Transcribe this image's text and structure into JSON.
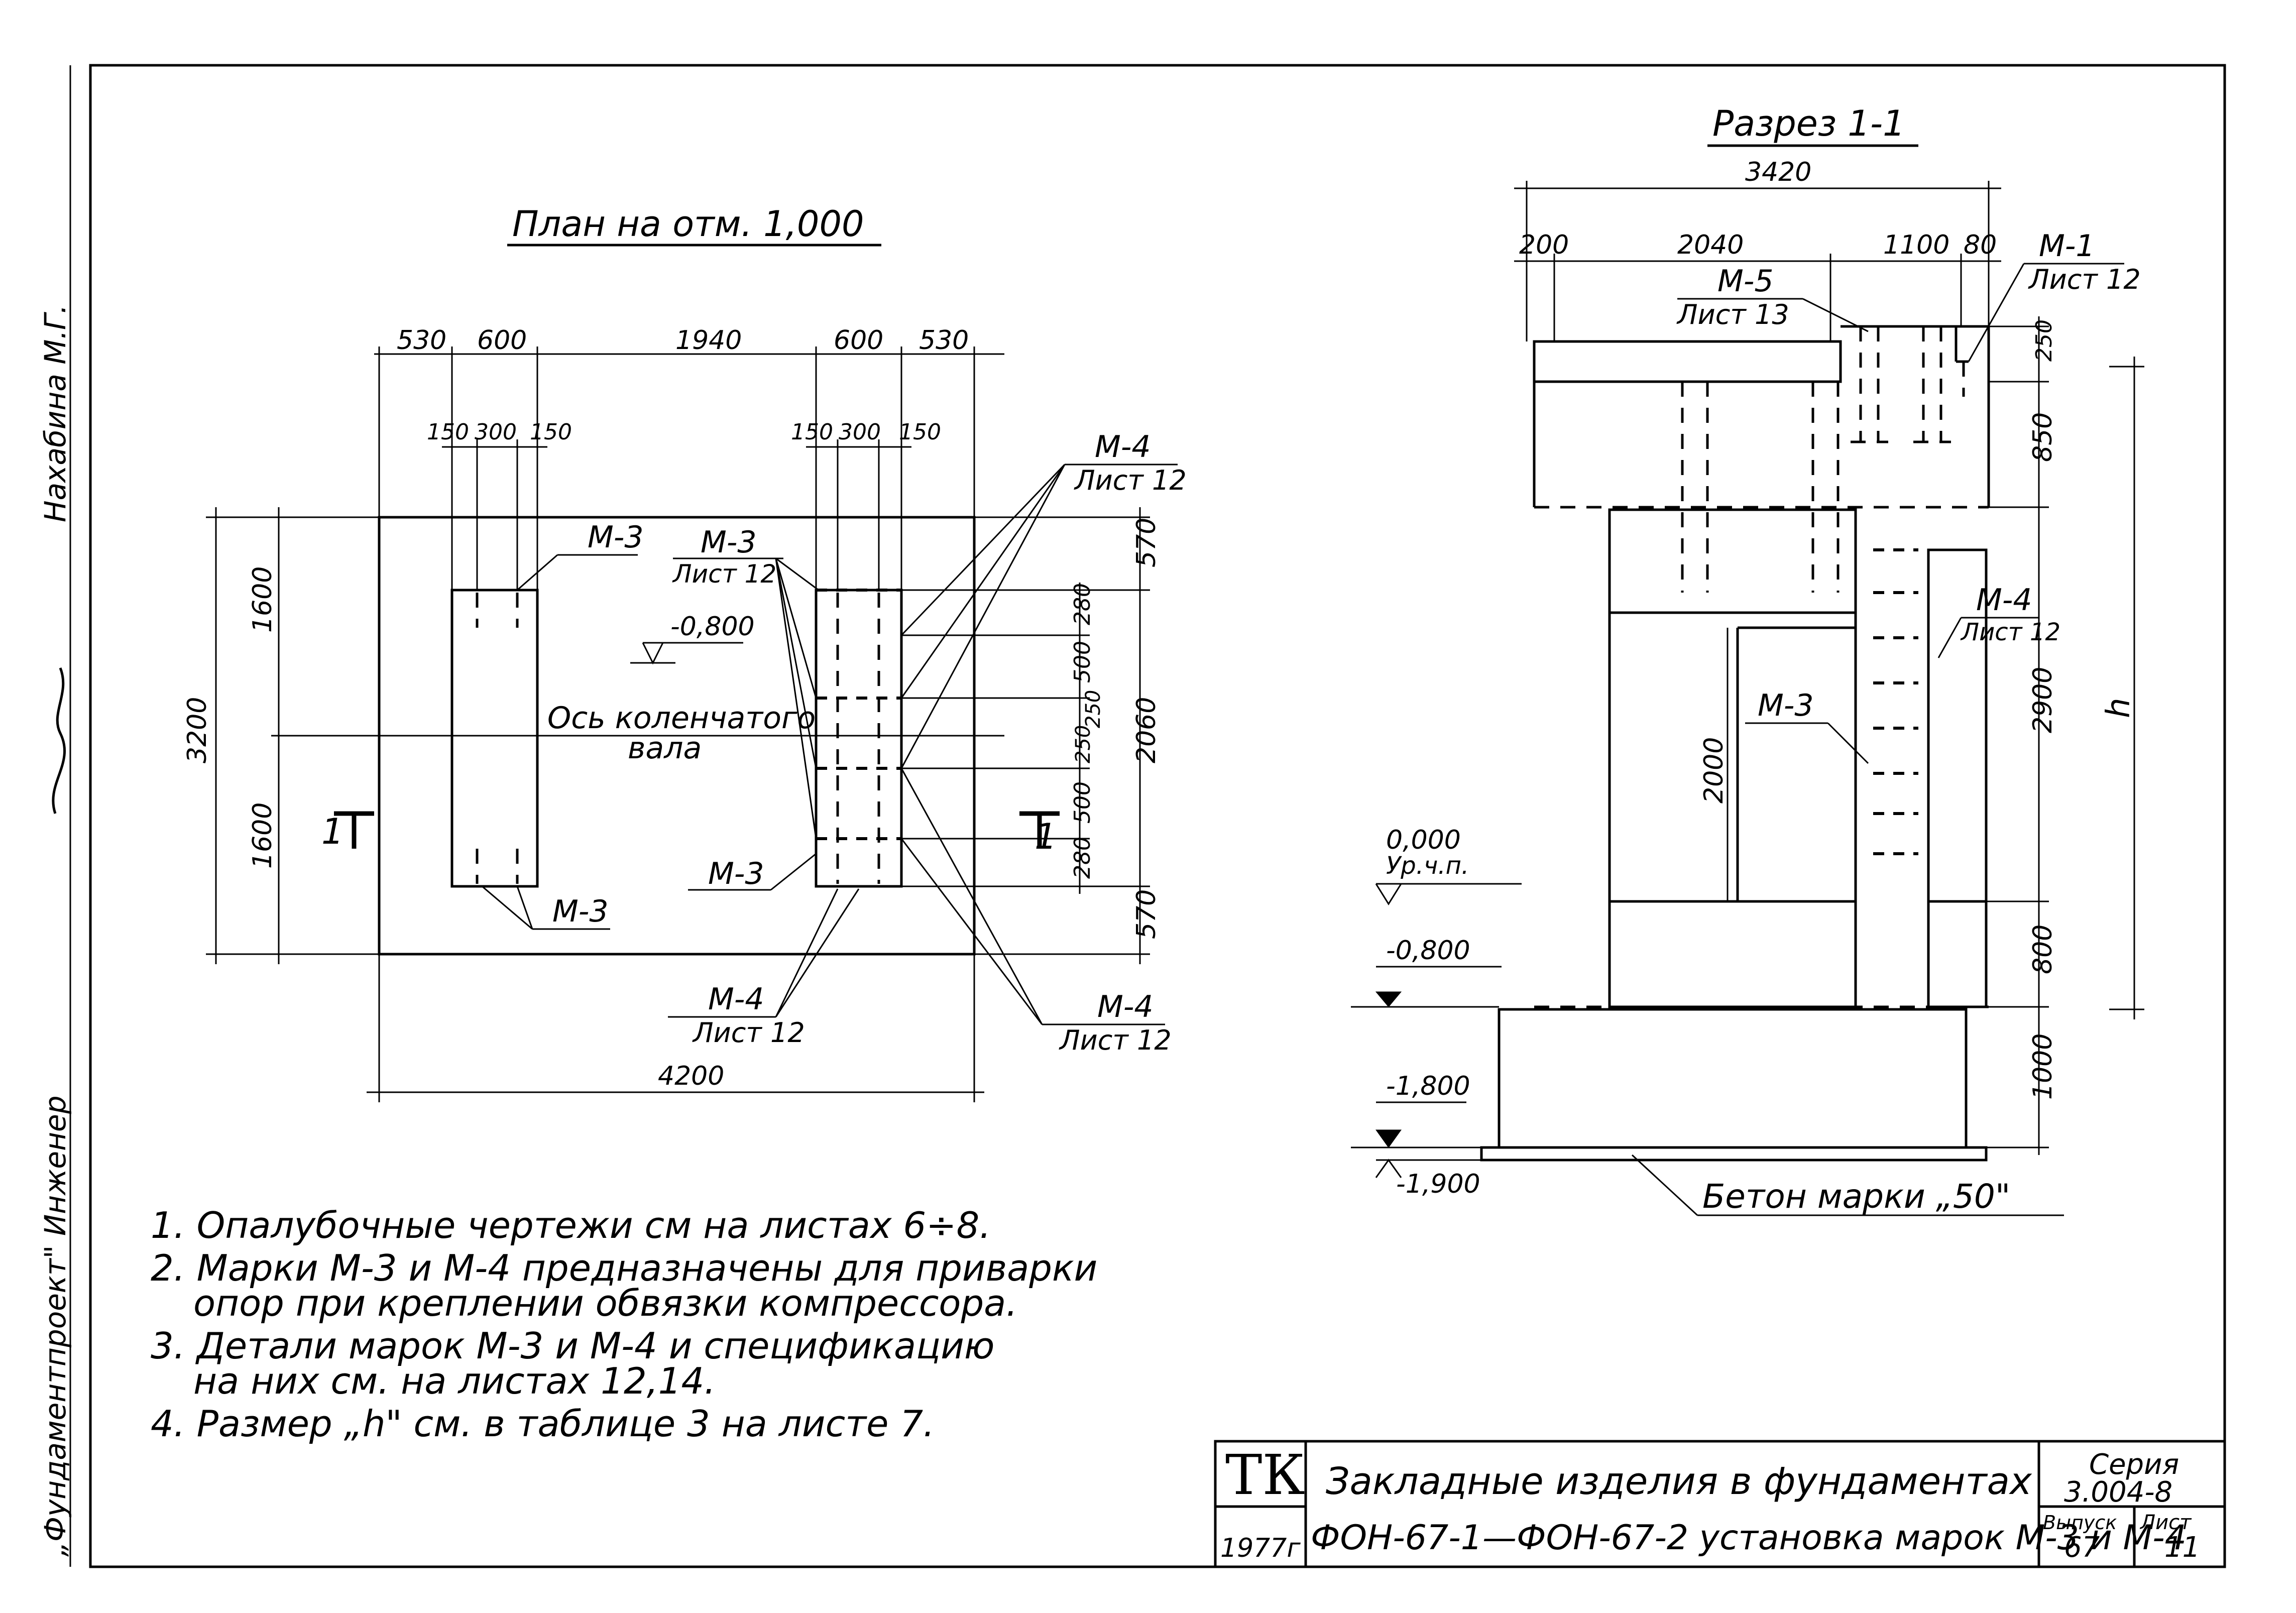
{
  "side_stamps": {
    "org": "„Фундаментпроект\" Инженер",
    "checked": "Нахабина М.Г."
  },
  "plan": {
    "title": "План на отм. 1,000",
    "dims_top": [
      "530",
      "600",
      "1940",
      "600",
      "530"
    ],
    "dims_inner_left": [
      "150",
      "300",
      "150"
    ],
    "dims_inner_right": [
      "150",
      "300",
      "150"
    ],
    "dim_bottom": "4200",
    "dims_left": [
      "3200",
      "1600",
      "1600"
    ],
    "dims_right": [
      "570",
      "2060",
      "570"
    ],
    "dims_right_inner": [
      "280",
      "500",
      "250",
      "250",
      "500",
      "280"
    ],
    "level": "-0,800",
    "axis_label_1": "Ось коленчатого",
    "axis_label_2": "вала",
    "section_mark_left": "1",
    "section_mark_right": "1",
    "marks": {
      "m3_top": "М-3",
      "m3_top_right": "М-3",
      "m3_top_right_sheet": "Лист 12",
      "m3_bottom_left": "М-3",
      "m3_mid_right": "М-3",
      "m4_top": "М-4",
      "m4_top_sheet": "Лист 12",
      "m4_bottom_mid": "М-4",
      "m4_bottom_mid_sheet": "Лист 12",
      "m4_bottom_right": "М-4",
      "m4_bottom_right_sheet": "Лист 12"
    }
  },
  "section": {
    "title": "Разрез 1-1",
    "dim_total": "3420",
    "dims_top": [
      "200",
      "2040",
      "1100",
      "80"
    ],
    "m1": "М-1",
    "m1_sheet": "Лист 12",
    "m5": "М-5",
    "m5_sheet": "Лист 13",
    "m4": "М-4",
    "m4_sheet": "Лист 12",
    "m3": "М-3",
    "dims_right": [
      "250",
      "850",
      "2900",
      "800",
      "1000"
    ],
    "dim_h": "h",
    "dim_inner": "2000",
    "levels": [
      {
        "value": "0,000",
        "sub": "Ур.ч.п."
      },
      {
        "value": "-0,800",
        "sub": ""
      },
      {
        "value": "-1,800",
        "sub": ""
      },
      {
        "value": "-1,900",
        "sub": ""
      }
    ],
    "concrete": "Бетон марки „50\""
  },
  "notes": [
    "1. Опалубочные чертежи см на листах 6÷8.",
    "2. Марки М-3 и М-4 предназначены для приварки",
    "опор при креплении обвязки компрессора.",
    "3. Детали марок М-3 и М-4 и спецификацию",
    "на них см. на листах 12,14.",
    "4. Размер „h\" см. в таблице 3 на листе 7."
  ],
  "title_block": {
    "logo": "ТК",
    "year": "1977г",
    "title_line1": "Закладные изделия в фундаментах",
    "title_line2": "ФОН-67-1—ФОН-67-2 установка марок М-3 и М-4",
    "series_label": "Серия",
    "series_value": "3.004-8",
    "issue_label": "Выпуск",
    "issue_value": "67",
    "sheet_label": "Лист",
    "sheet_value": "11"
  }
}
